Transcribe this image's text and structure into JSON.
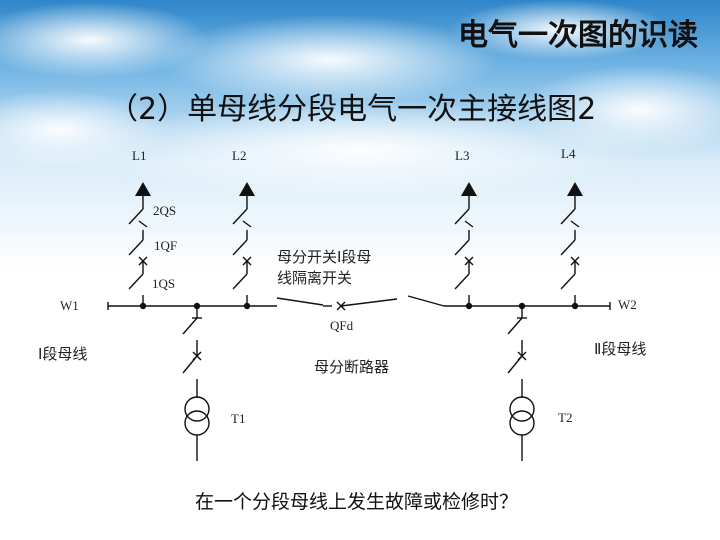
{
  "slide": {
    "title": "电气一次图的识读",
    "subtitle": "（2）单母线分段电气一次主接线图2",
    "question": "在一个分段母线上发生故障或检修时？"
  },
  "diagram": {
    "lines": [
      "L1",
      "L2",
      "L3",
      "L4"
    ],
    "devices": {
      "ds_line": "2QS",
      "cb": "1QF",
      "ds_bus": "1QS"
    },
    "buses": {
      "w1": "W1",
      "w2": "W2"
    },
    "bus_names": {
      "section1": "Ⅰ段母线",
      "section2": "Ⅱ段母线"
    },
    "coupler": {
      "switch_label_line1": "母分开关Ⅰ段母",
      "switch_label_line2": "线隔离开关",
      "breaker_id": "QFd",
      "breaker_name": "母分断路器"
    },
    "transformers": [
      "T1",
      "T2"
    ]
  },
  "colors": {
    "sky_top": "#2f86c9",
    "sky_bottom": "#ffffff",
    "text": "#111111"
  }
}
